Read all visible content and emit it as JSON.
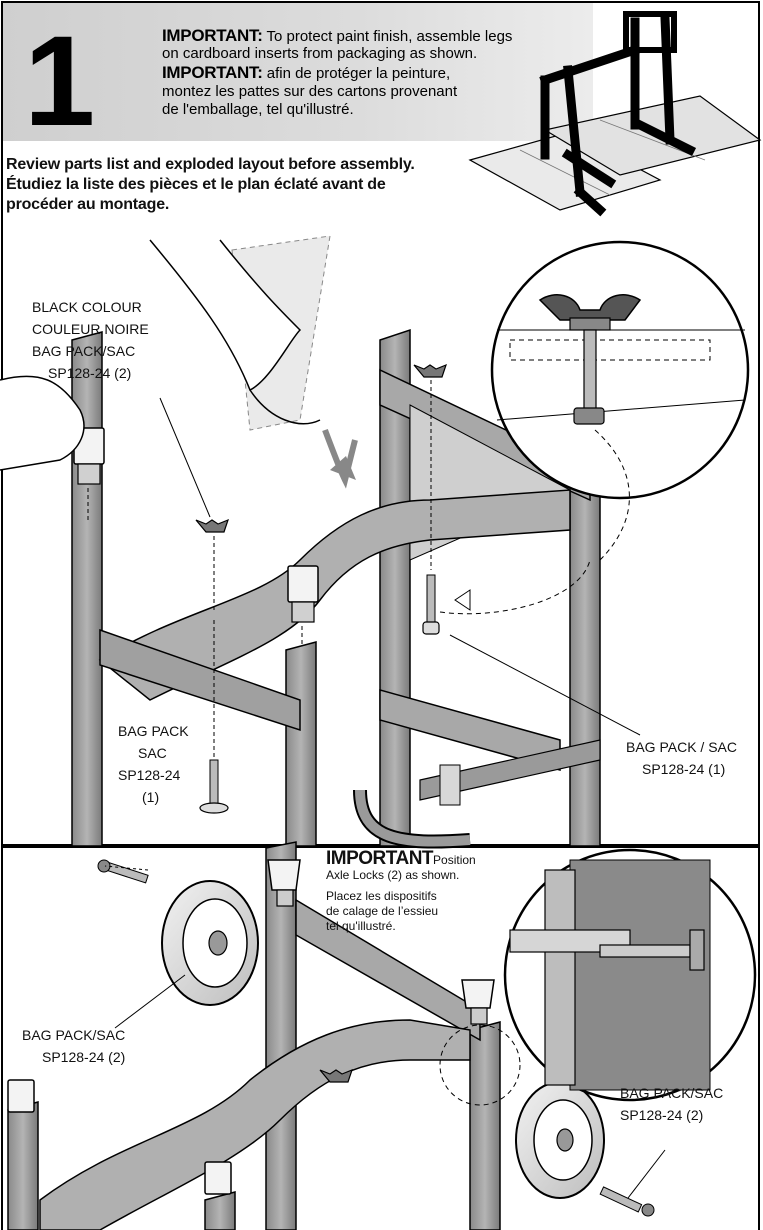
{
  "step": {
    "number": "1"
  },
  "header": {
    "important_word": "IMPORTANT:",
    "important_en_line1": "To protect paint finish, assemble legs",
    "important_en_line2": "on cardboard inserts from packaging as shown.",
    "important_fr_word": "IMPORTANT:",
    "important_fr_line1": "afin de protéger la peinture,",
    "important_fr_line2": "montez les pattes sur des cartons provenant",
    "important_fr_line3": "de l'emballage, tel qu'illustré."
  },
  "review": {
    "line1": "Review parts list and exploded layout before assembly.",
    "line2": "Étudiez la liste des pièces et le plan éclaté avant de",
    "line3": "procéder au montage."
  },
  "labels_top": {
    "black_colour": "BLACK COLOUR",
    "couleur_noire": "COULEUR NOIRE",
    "bag_pack_sac": "BAG PACK/SAC",
    "part_2": "SP128-24 (2)",
    "left_bag_pack": "BAG PACK",
    "left_sac": "SAC",
    "left_part": "SP128-24",
    "left_qty": "(1)",
    "right_bag_pack_sac": "BAG PACK / SAC",
    "right_part": "SP128-24 (1)"
  },
  "labels_bottom": {
    "important_word": "IMPORTANT",
    "important_en_a": "Position",
    "important_en_b": "Axle Locks (2) as shown.",
    "important_fr_1": "Placez les dispositifs",
    "important_fr_2": "de calage de l’essieu",
    "important_fr_3": "tel qu'illustré.",
    "wheel_left_bag": "BAG PACK/SAC",
    "wheel_left_part": "SP128-24 (2)",
    "wheel_right_bag": "BAG PACK/SAC",
    "wheel_right_part": "SP128-24 (2)"
  },
  "colors": {
    "header_band": "#d4d4d4",
    "metal": "#9c9c9c",
    "metal_dark": "#6a6a6a",
    "outline": "#000000"
  }
}
